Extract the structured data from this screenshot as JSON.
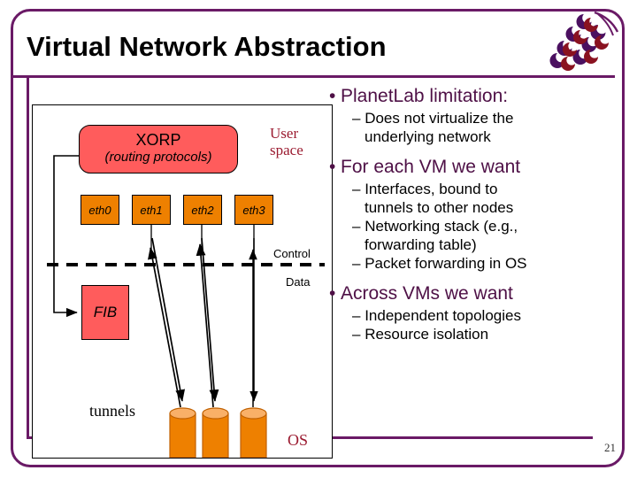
{
  "slide": {
    "title": "Virtual Network Abstraction",
    "page_number": "21",
    "logo": "grape-cluster-logo",
    "frame_color": "#6A1A66"
  },
  "diagram": {
    "xorp": {
      "line1": "XORP",
      "line2": "(routing protocols)",
      "color": "#FF5C5C"
    },
    "interfaces": [
      {
        "label": "eth0"
      },
      {
        "label": "eth1"
      },
      {
        "label": "eth2"
      },
      {
        "label": "eth3"
      }
    ],
    "interface_color": "#EE8000",
    "fib": {
      "label": "FIB",
      "color": "#FF5C5C"
    },
    "user_space": {
      "line1": "User",
      "line2": "space",
      "color": "#9B1B30"
    },
    "control_label": "Control",
    "data_label": "Data",
    "tunnels_label": "tunnels",
    "os_label": "OS",
    "tunnel_count": 3,
    "tunnel_color": "#EE8000",
    "tunnel_top_color": "#F9B068"
  },
  "bullets": [
    {
      "level1": "PlanetLab limitation:",
      "sub": [
        "Does not virtualize the",
        "underlying network"
      ]
    },
    {
      "level1": "For each VM we want",
      "sub": [
        "Interfaces, bound to",
        "tunnels to other nodes",
        "Networking stack (e.g.,",
        "forwarding table)",
        "Packet forwarding in OS"
      ]
    },
    {
      "level1": "Across VMs we want",
      "sub": [
        "Independent topologies",
        "Resource isolation"
      ]
    }
  ],
  "bullet_text": {
    "b1_marker": "•",
    "b2_marker": "–",
    "b1_color": "#4E1046",
    "b2_color": "#000000"
  }
}
